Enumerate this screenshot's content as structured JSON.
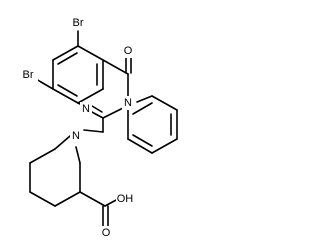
{
  "structure": {
    "atoms": {
      "br6": "Br",
      "br8": "Br",
      "o4": "O",
      "n1": "N",
      "n3": "N",
      "n_pip": "N",
      "o_h": "OH",
      "o_c": "O"
    }
  },
  "colors": {
    "bond": "#000000",
    "text": "#000000",
    "background": "#ffffff"
  }
}
